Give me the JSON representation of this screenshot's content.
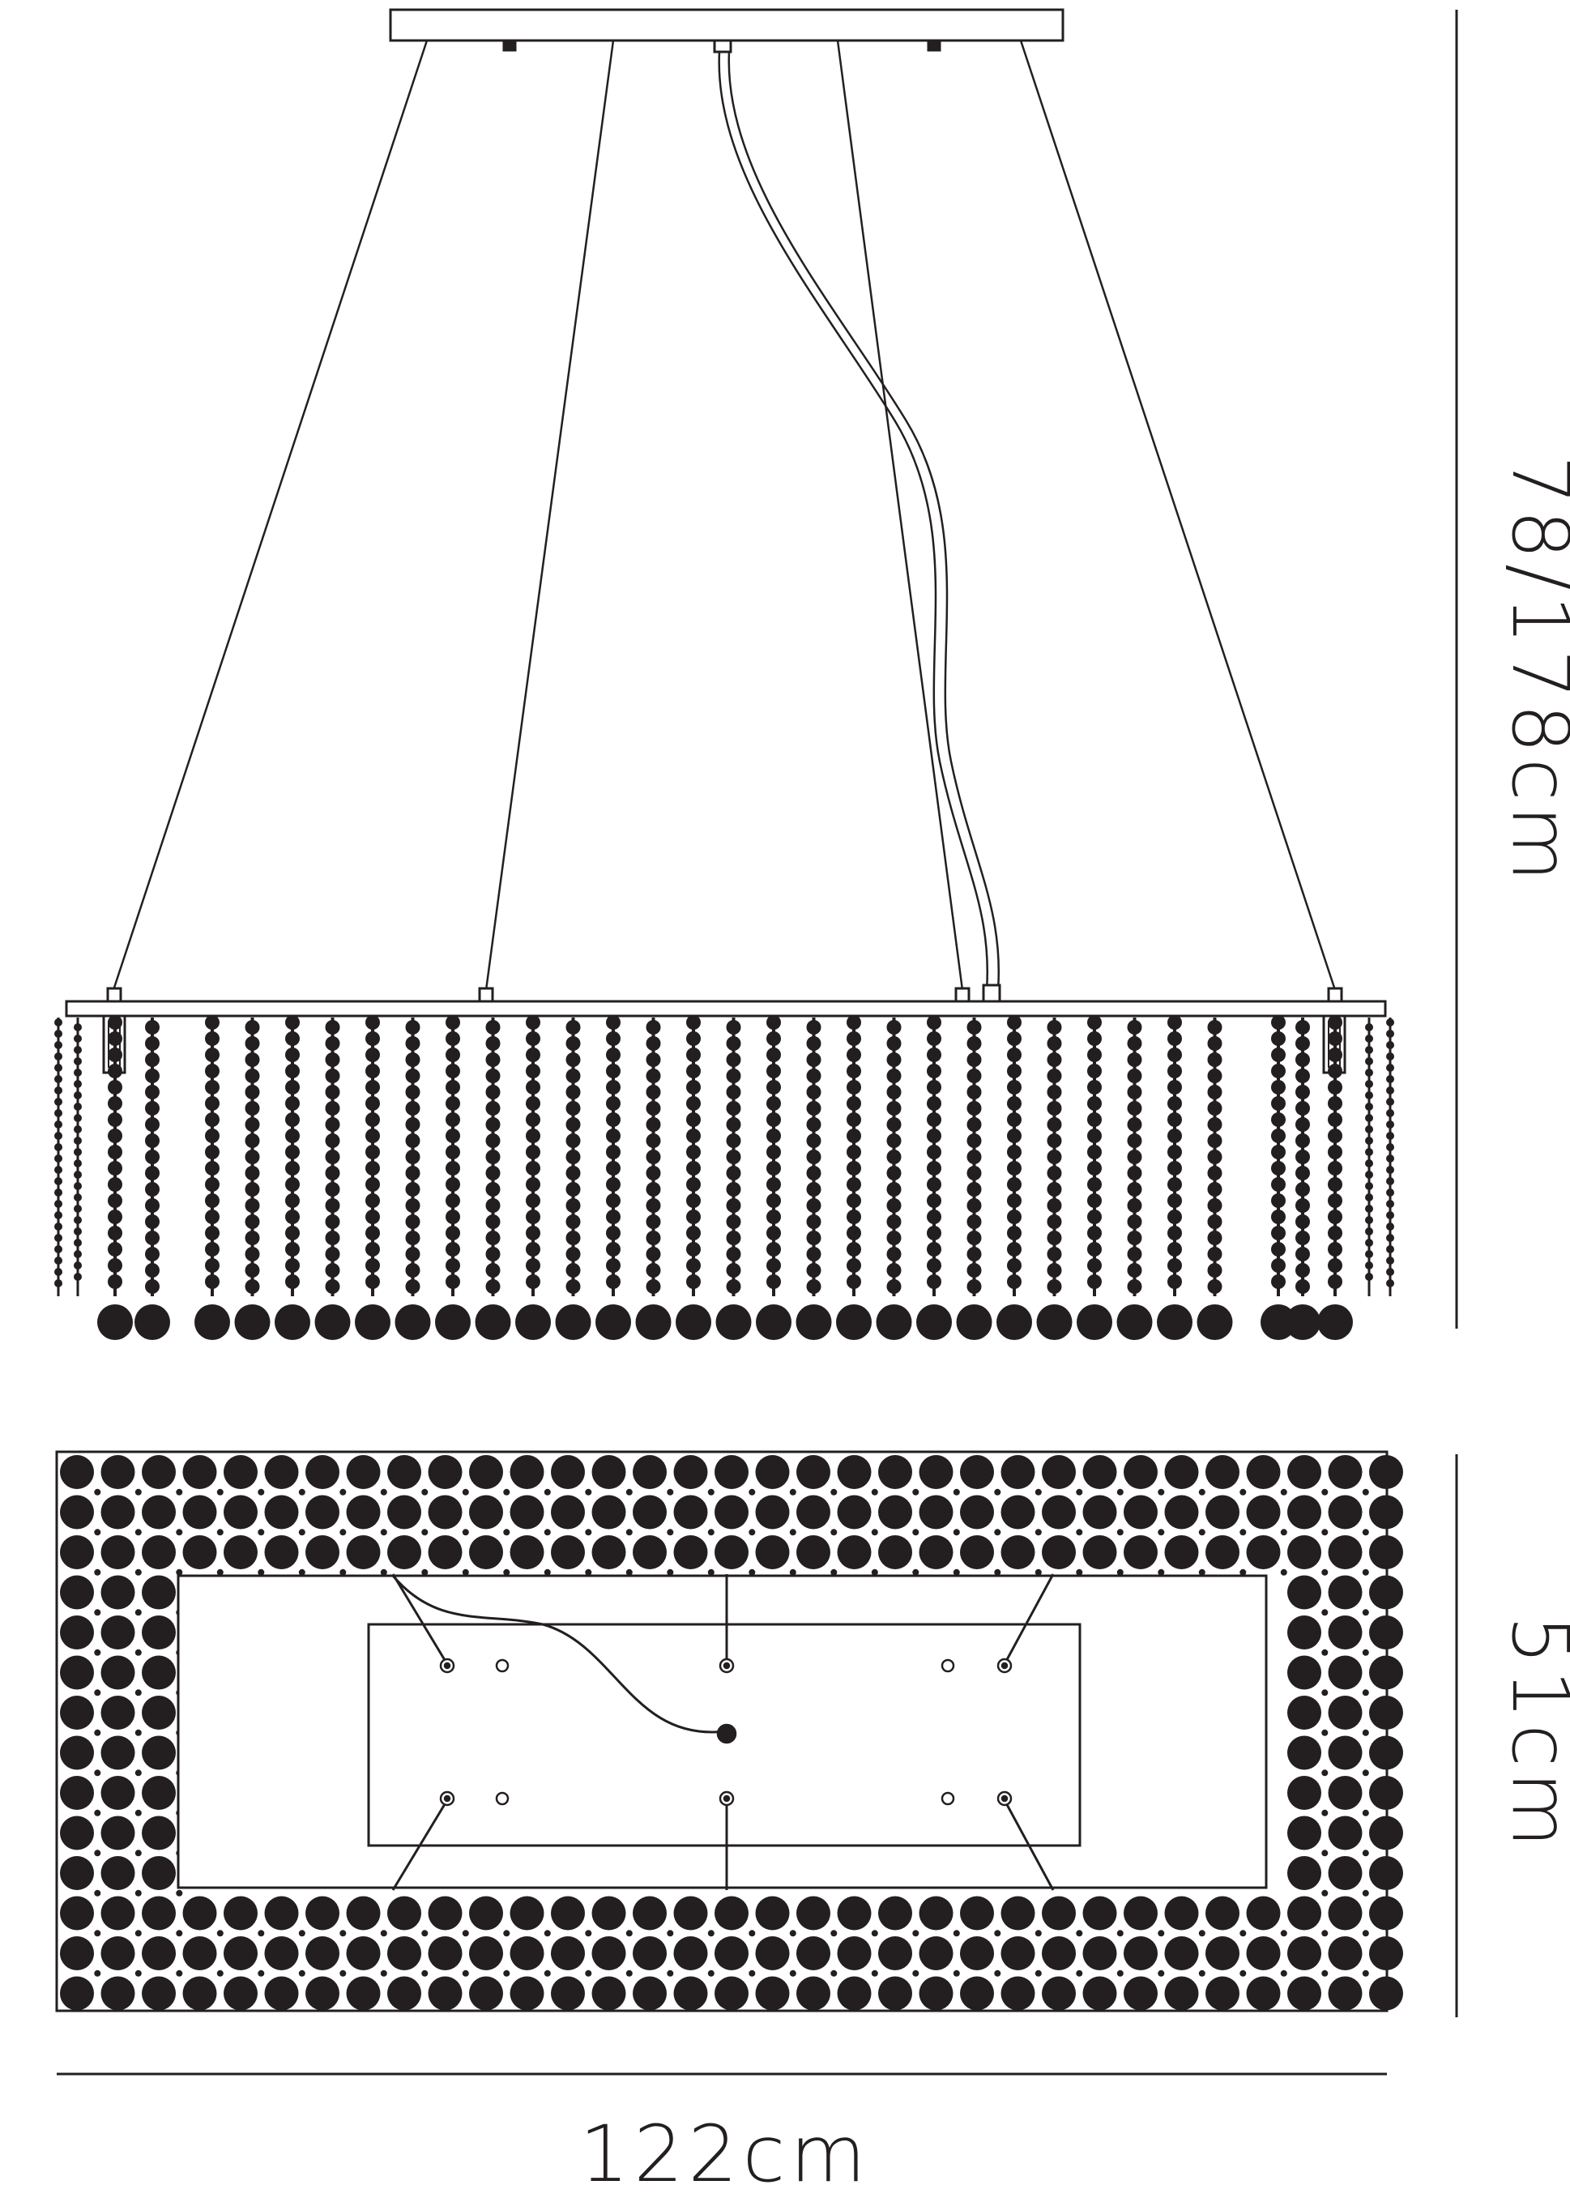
{
  "dimensions": {
    "height": "78/178cm",
    "depth": "51cm",
    "width": "122cm"
  },
  "colors": {
    "line": "#231f20",
    "background": "#ffffff"
  }
}
